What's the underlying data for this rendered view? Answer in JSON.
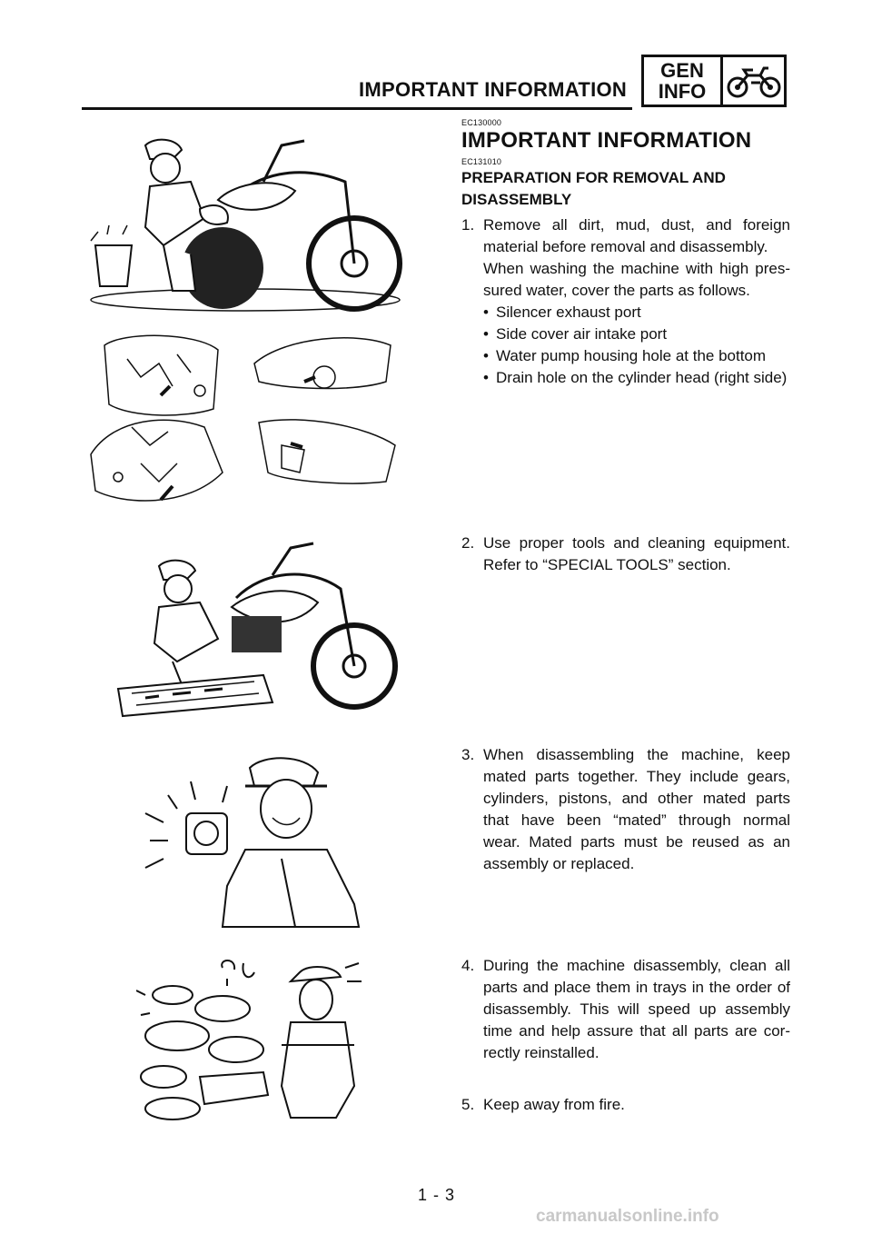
{
  "header": {
    "title": "IMPORTANT INFORMATION",
    "badge_line1": "GEN",
    "badge_line2": "INFO"
  },
  "section": {
    "code": "EC130000",
    "title": "IMPORTANT INFORMATION",
    "sub_code": "EC131010",
    "sub_title": "PREPARATION FOR REMOVAL AND DISASSEMBLY"
  },
  "steps": [
    {
      "num": "1.",
      "text": "Remove all dirt, mud, dust, and foreign material before removal and disassembly.",
      "note": "When washing the machine with high pres-sured water, cover the parts as follows.",
      "bullets": [
        "Silencer exhaust port",
        "Side cover air intake port",
        "Water pump housing hole at the bottom",
        "Drain hole on the cylinder head (right side)"
      ]
    },
    {
      "num": "2.",
      "text": "Use proper tools and cleaning equipment. Refer to “SPECIAL TOOLS” section."
    },
    {
      "num": "3.",
      "text": "When disassembling the machine, keep mated parts together. They include gears, cylinders, pistons, and other mated parts that have been “mated” through normal wear. Mated parts must be reused as an assembly or replaced."
    },
    {
      "num": "4.",
      "text": "During the machine disassembly, clean all parts and place them in trays in the order of disassembly. This will speed up assembly time and help assure that all parts are cor-rectly reinstalled."
    },
    {
      "num": "5.",
      "text": "Keep away from fire."
    }
  ],
  "footer": {
    "page_number": "1 - 3",
    "watermark": "carmanualsonline.info"
  },
  "icons": {
    "badge": "motorcycle-icon"
  }
}
